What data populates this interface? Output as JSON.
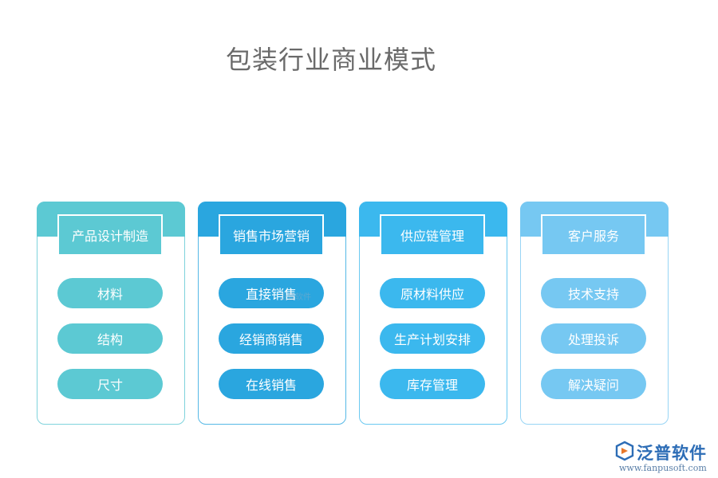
{
  "title": "包装行业商业模式",
  "cards": [
    {
      "header": "产品设计制造",
      "items": [
        "材料",
        "结构",
        "尺寸"
      ],
      "color": "#5cc9d3",
      "border": "#7fd3dc"
    },
    {
      "header": "销售市场营销",
      "items": [
        "直接销售",
        "经销商销售",
        "在线销售"
      ],
      "color": "#2aa6df",
      "border": "#55b8e6"
    },
    {
      "header": "供应链管理",
      "items": [
        "原材料供应",
        "生产计划安排",
        "库存管理"
      ],
      "color": "#3bb8ee",
      "border": "#6bc9f1"
    },
    {
      "header": "客户服务",
      "items": [
        "技术支持",
        "处理投诉",
        "解决疑问"
      ],
      "color": "#76c8f2",
      "border": "#98d5f5"
    }
  ],
  "watermark": "泛普软件",
  "logo": {
    "name": "泛普软件",
    "url": "www.fanpusoft.com",
    "icon": "fanpu-logo-icon",
    "color": "#2d6db6"
  }
}
